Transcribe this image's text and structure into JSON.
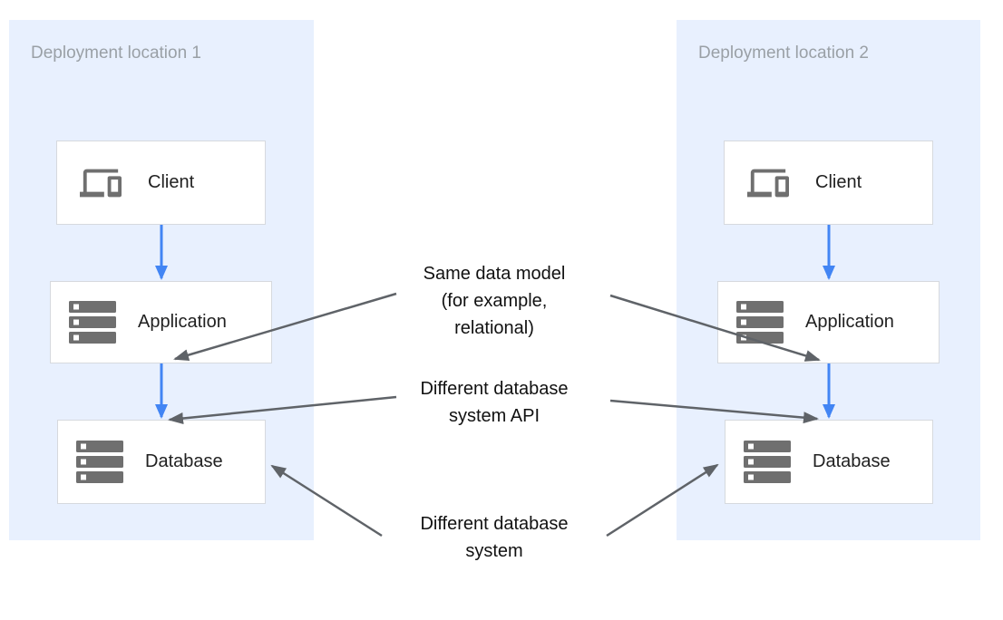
{
  "regions": [
    {
      "label": "Deployment location 1",
      "nodes": [
        {
          "label": "Client",
          "icon": "devices-icon"
        },
        {
          "label": "Application",
          "icon": "server-stack-icon"
        },
        {
          "label": "Database",
          "icon": "server-stack-icon"
        }
      ]
    },
    {
      "label": "Deployment location 2",
      "nodes": [
        {
          "label": "Client",
          "icon": "devices-icon"
        },
        {
          "label": "Application",
          "icon": "server-stack-icon"
        },
        {
          "label": "Database",
          "icon": "server-stack-icon"
        }
      ]
    }
  ],
  "annotations": [
    {
      "lines": [
        "Same data model",
        "(for example,",
        "relational)"
      ]
    },
    {
      "lines": [
        "Different database",
        "system API"
      ]
    },
    {
      "lines": [
        "Different database",
        "system"
      ]
    }
  ],
  "colors": {
    "region_bg": "#e8f0fe",
    "flow_arrow": "#4285f4",
    "note_arrow": "#5f6368",
    "box_border": "#d6d9de",
    "label_gray": "#9aa0a6",
    "icon_gray": "#6f6f6f",
    "text": "#212121"
  }
}
